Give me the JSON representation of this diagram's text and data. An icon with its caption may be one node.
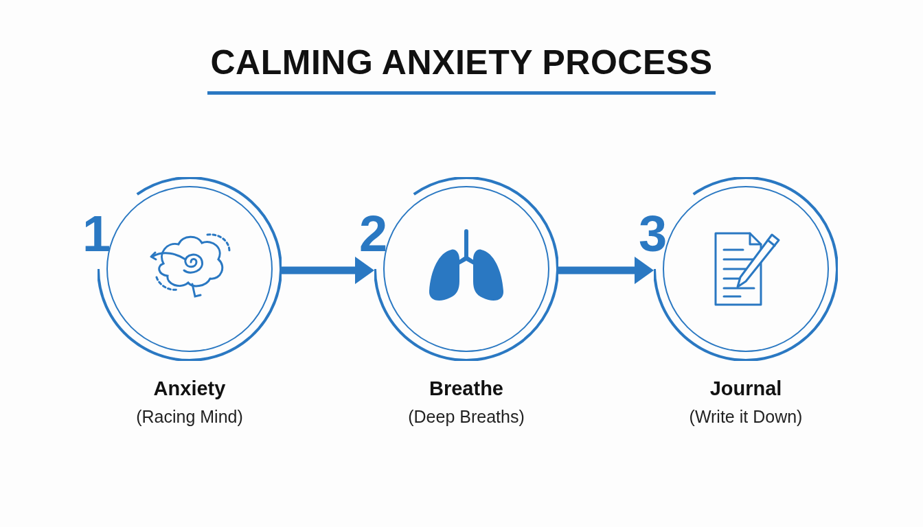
{
  "diagram": {
    "title": "CALMING ANXIETY PROCESS",
    "nodes": [
      {
        "text": [
          "Anxiety",
          "(Racing Mind)"
        ],
        "beside": [
          "1"
        ]
      },
      {
        "text": [
          "Breathe",
          "(Deep Breaths)"
        ],
        "beside": [
          "2"
        ]
      },
      {
        "text": [
          "Journal",
          "(Write it Down)"
        ],
        "beside": [
          "3"
        ]
      }
    ],
    "edges": [
      {
        "from": 0,
        "to": 1,
        "arrow": "to"
      },
      {
        "from": 1,
        "to": 2,
        "arrow": "to"
      }
    ]
  }
}
